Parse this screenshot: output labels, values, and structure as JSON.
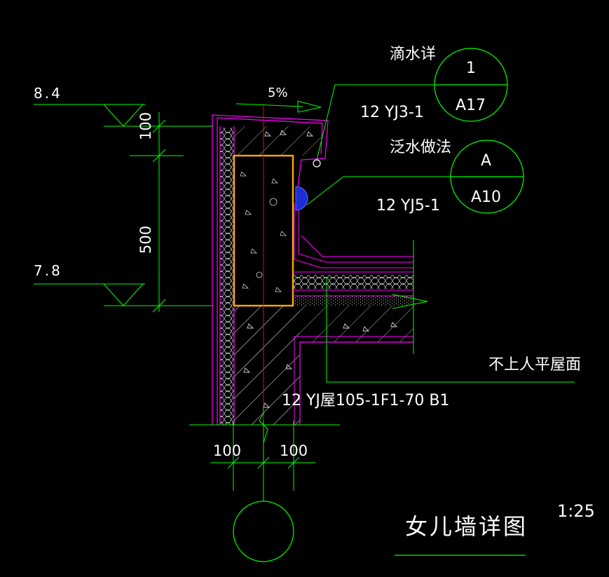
{
  "elevations": {
    "top": "8.4",
    "bottom": "7.8"
  },
  "slope": "5%",
  "dimensions": {
    "coping_height": "100",
    "parapet_height": "500",
    "left_width": "100",
    "right_width": "100"
  },
  "callout_drip": {
    "title": "滴水详",
    "number": "1",
    "sheet": "A17",
    "reference": "12 YJ3-1"
  },
  "callout_flashing": {
    "title": "泛水做法",
    "number": "A",
    "sheet": "A10",
    "reference": "12 YJ5-1"
  },
  "roof_label": "不上人平屋面",
  "roof_reference": "12 YJ屋105-1F1-70 B1",
  "drawing_title": "女儿墙详图",
  "scale": "1:25",
  "colors": {
    "background": "#000000",
    "dimension_lines": "#00ff00",
    "outline": "#ff00ff",
    "beam_outline": "#ffaa00",
    "axis": "#ff0000",
    "text": "#ffffff",
    "hatch": "#c8c8c8",
    "drip": "#1c2fd6"
  }
}
